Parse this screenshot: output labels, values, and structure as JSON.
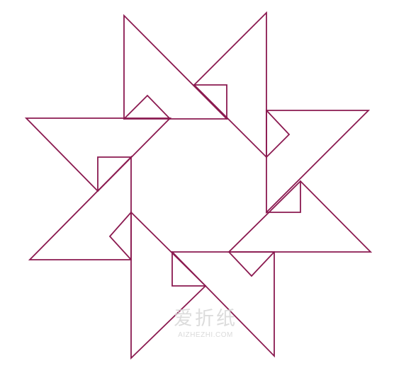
{
  "colors": {
    "stroke": "#8b1a50",
    "watermark": "#d7d7d7",
    "background": "#ffffff"
  },
  "figure": {
    "shape": "eight-pointed origami star outline",
    "pieces": 8
  },
  "watermark": {
    "chinese": "爱折纸",
    "url": "AIZHEZHI.COM"
  }
}
